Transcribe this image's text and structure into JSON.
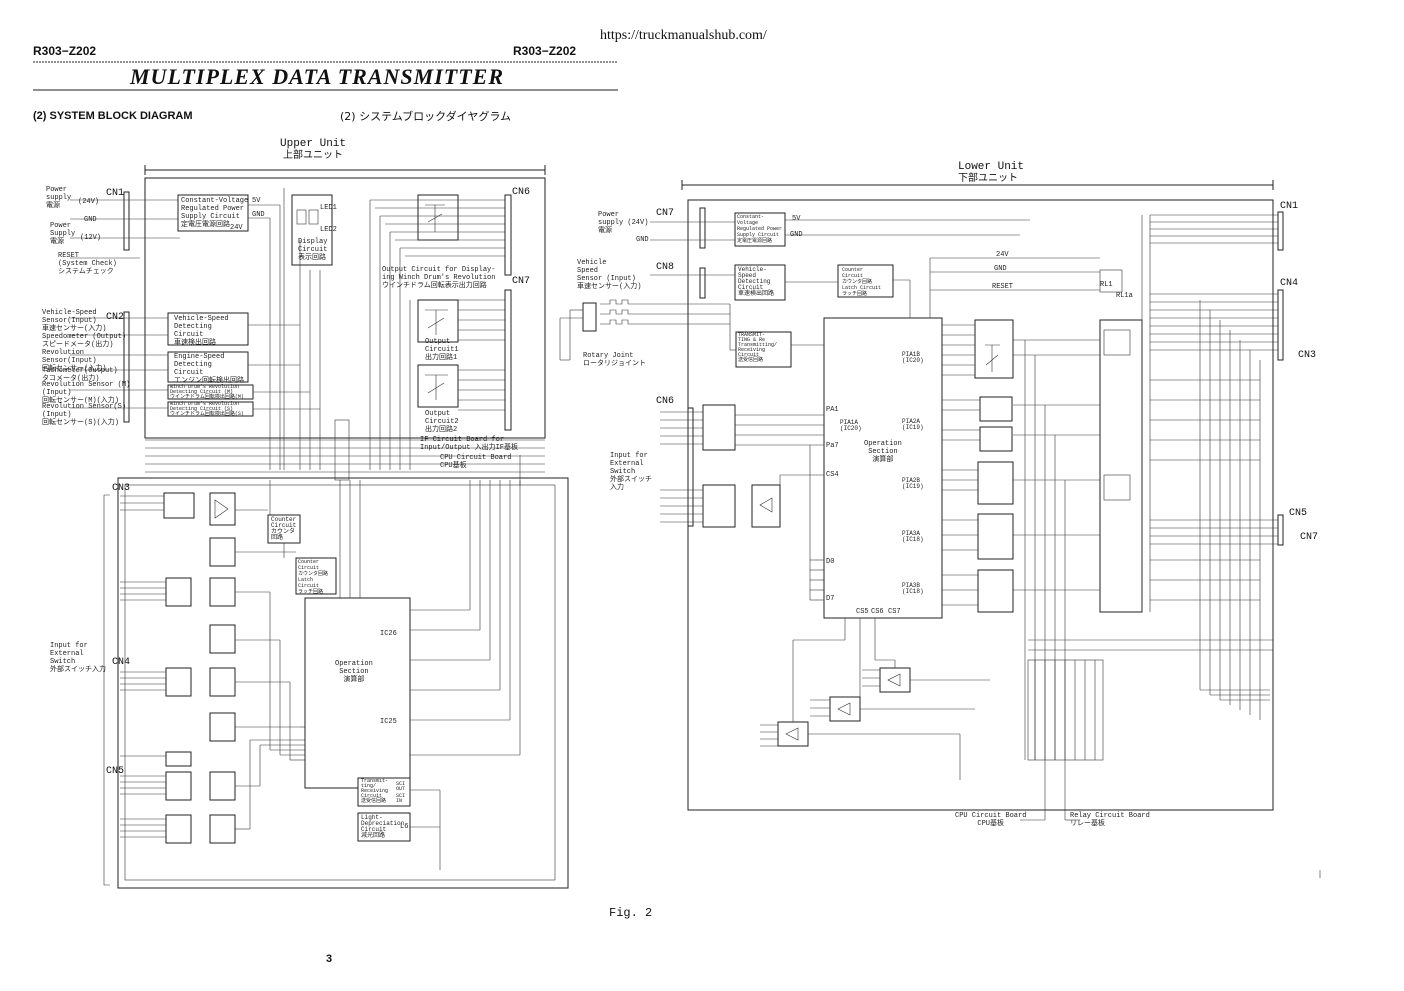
{
  "header": {
    "code_left": "R303−Z202",
    "code_right": "R303−Z202",
    "url": "https://truckmanualshub.com/",
    "title": "MULTIPLEX DATA TRANSMITTER"
  },
  "section": {
    "en": "(2)  SYSTEM BLOCK DIAGRAM",
    "jp": "(2)  システムブロックダイヤグラム"
  },
  "upper_unit": {
    "title": "Upper Unit",
    "title_jp": "上部ユニット",
    "connectors": [
      "CN1",
      "CN2",
      "CN3",
      "CN4",
      "CN5",
      "CN6",
      "CN7"
    ],
    "labels": {
      "power_24": "Power\nsupply\n電源",
      "v24": "(24V)",
      "gnd": "GND",
      "power_12": "Power\nSupply\n電源",
      "v12": "(12V)",
      "reset": "RESET\n(System Check)\nシステムチェック",
      "vss": "Vehicle-Speed\nSensor(Input)\n車速センサー(入力)",
      "speedo": "Speedometer (Output)\nスピードメータ(出力)",
      "rev_in": "Revolution\nSensor(Input)\n回転センサー(入力)",
      "tacho": "Tachometer(Output)\nタコメータ(出力)",
      "rev_m": "Revolution Sensor (M)\n(Input)\n回転センサー(M)(入力)",
      "rev_s": "Revolution Sensor(S)\n(Input)\n回転センサー(S)(入力)",
      "ext_switch": "Input for\nExternal\nSwitch\n外部スイッチ入力"
    },
    "blocks": {
      "const_voltage": "Constant-Voltage\nRegulated Power\nSupply Circuit\n定電圧電源回路",
      "v5": "5V",
      "gnd": "GND",
      "v24": "24V",
      "display": "Display\nCircuit\n表示回路",
      "led1": "LED1",
      "led2": "LED2",
      "output_display": "Output Circuit for Display-\ning Winch Drum's Revolution\nウインチドラム回転表示出力回路",
      "output1": "Output\nCircuit1\n出力回路1",
      "output2": "Output\nCircuit2\n出力回路2",
      "vsd": "Vehicle-Speed\nDetecting\nCircuit\n車速検出回路",
      "esd": "Engine-Speed\nDetecting\nCircuit\nエンジン回転検出回路",
      "winch_m": "Winch Drum's Revolution\nDetecting Circuit (M)\nウインチドラム回転検出回路(M)",
      "winch_s": "Winch Drum's Revolution\nDetecting Circuit (S)\nウインチドラム回転検出回路(S)",
      "counter": "Counter\nCircuit\nカウンタ\n回路",
      "counter_latch": "Counter\nCircuit\nカウンタ回路\nLatch\nCircuit\nラッチ回路",
      "operation": "Operation\nSection\n演算部",
      "ic26": "IC26",
      "ic25": "IC25",
      "transmit": "Transmit-\nting/\nReceiving\nCircuit\n送受信回路",
      "light_dep": "Light-\nDepreciation\nCircuit\n減光回路",
      "if_board": "IF Circuit Board for\nInput/Output 入出力IF基板",
      "cpu_board": "CPU Circuit Board\nCPU基板",
      "sci_out": "SCI\nOUT",
      "sci_in": "SCI\nIN",
      "l6": "L6"
    }
  },
  "lower_unit": {
    "title": "Lower Unit",
    "title_jp": "下部ユニット",
    "connectors": [
      "CN7",
      "CN8",
      "CN6",
      "CN1",
      "CN4",
      "CN3",
      "CN5",
      "CN7"
    ],
    "labels": {
      "power": "Power\nsupply (24V)\n電源",
      "gnd": "GND",
      "vss": "Vehicle\nSpeed\nSensor (Input)\n車速センサー(入力)",
      "rotary": "Rotary Joint\nロータリジョイント",
      "ext_switch": "Input for\nExternal\nSwitch\n外部スイッチ\n入力",
      "v24": "24V",
      "gnd2": "GND",
      "reset": "RESET",
      "rl1": "RL1",
      "rl1a": "RL1a",
      "cpu_board": "CPU Circuit Board\nCPU基板",
      "relay_board": "Relay Circuit Board\nリレー基板"
    },
    "blocks": {
      "const_voltage": "Constant-\nVoltage\nRegulated Power\nSupply Circuit\n定電圧電源回路",
      "v5": "5V",
      "gnd": "GND",
      "vsd": "Vehicle-\nSpeed\nDetecting\nCircuit\n車速検出回路",
      "counter_latch": "Counter\nCircuit\nカウンタ回路\nLatch Circuit\nラッチ回路",
      "transmit": "TRANSMIT-\nTING & Re\nTransmitting/\nReceiving\nCircuit\n送受信回路",
      "operation": "Operation\nSection\n演算部",
      "pia_ic20a": "PIA1A\n(IC20)",
      "pia_ic20b": "PIA1B\n(IC20)",
      "pia2a": "PIA2A\n(IC19)",
      "pia2b": "PIA2B\n(IC19)",
      "pia3a": "PIA3A\n(IC18)",
      "pia3b": "PIA3B\n(IC18)",
      "pa1": "PA1",
      "pa7": "Pa7",
      "cs4": "CS4",
      "d0": "D0",
      "d7": "D7",
      "cs5": "CS5",
      "cs6": "CS6",
      "cs7": "CS7"
    }
  },
  "footer": {
    "fig": "Fig. 2",
    "page": "3"
  }
}
